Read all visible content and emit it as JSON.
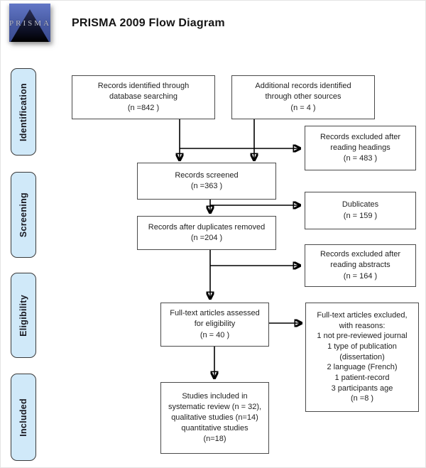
{
  "header": {
    "logo_text": "PRISMA",
    "title": "PRISMA 2009 Flow Diagram"
  },
  "stages": [
    {
      "label": "Identification"
    },
    {
      "label": "Screening"
    },
    {
      "label": "Eligibility"
    },
    {
      "label": "Included"
    }
  ],
  "boxes": {
    "records_identified": "Records identified through\ndatabase searching\n(n =842 )",
    "additional_records": "Additional records identified\nthrough other sources\n(n = 4 )",
    "excluded_headings": "Records excluded after\nreading headings\n(n = 483 )",
    "records_screened": "Records screened\n(n =363 )",
    "duplicates": "Dublicates\n(n = 159 )",
    "after_duplicates_removed": "Records after duplicates removed\n(n =204 )",
    "excluded_abstracts": "Records excluded after\nreading abstracts\n(n = 164 )",
    "fulltext_assessed": "Full-text articles assessed\nfor eligibility\n(n = 40 )",
    "fulltext_excluded": "Full-text articles excluded,\nwith reasons:\n1 not pre-reviewed journal\n1 type of publication\n(dissertation)\n2 language (French)\n1 patient-record\n3 participants age\n(n =8 )",
    "studies_included": "Studies included in\nsystematic review (n = 32),\nqualitative studies (n=14)\nquantitative studies\n(n=18)"
  },
  "colors": {
    "stage_fill": "#d0e9f9",
    "stage_border": "#3a3a3a",
    "box_border": "#4a4a4a",
    "arrow": "#000000",
    "logo_blue": "#45579f",
    "logo_dark": "#0b0d20"
  }
}
